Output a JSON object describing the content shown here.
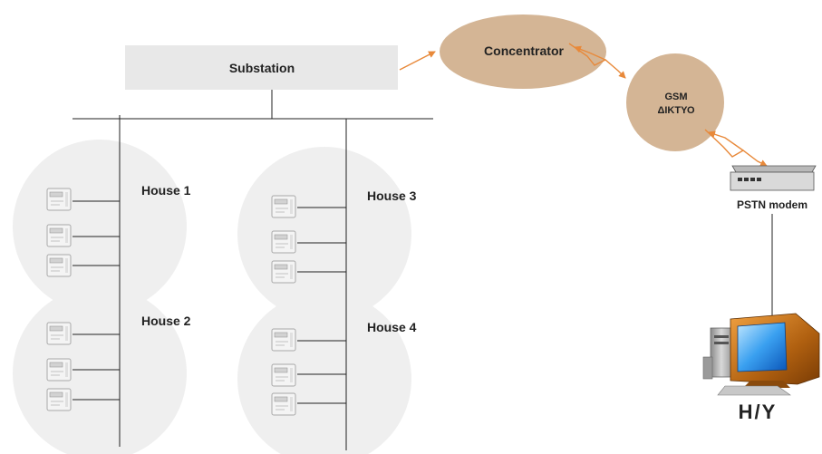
{
  "substation": {
    "label": "Substation"
  },
  "concentrator": {
    "label": "Concentrator"
  },
  "gsm": {
    "line1": "GSM",
    "line2": "ΔΙΚΤΥΟ"
  },
  "modem": {
    "label": "PSTN modem"
  },
  "computer": {
    "label": "H/Y"
  },
  "houses": [
    {
      "label": "House 1"
    },
    {
      "label": "House 2"
    },
    {
      "label": "House 3"
    },
    {
      "label": "House 4"
    }
  ],
  "colors": {
    "node_fill": "#d4b595",
    "substation_fill": "#e8e8e8",
    "house_fill": "#efefef",
    "arrow": "#e8893a",
    "line": "#222222"
  }
}
